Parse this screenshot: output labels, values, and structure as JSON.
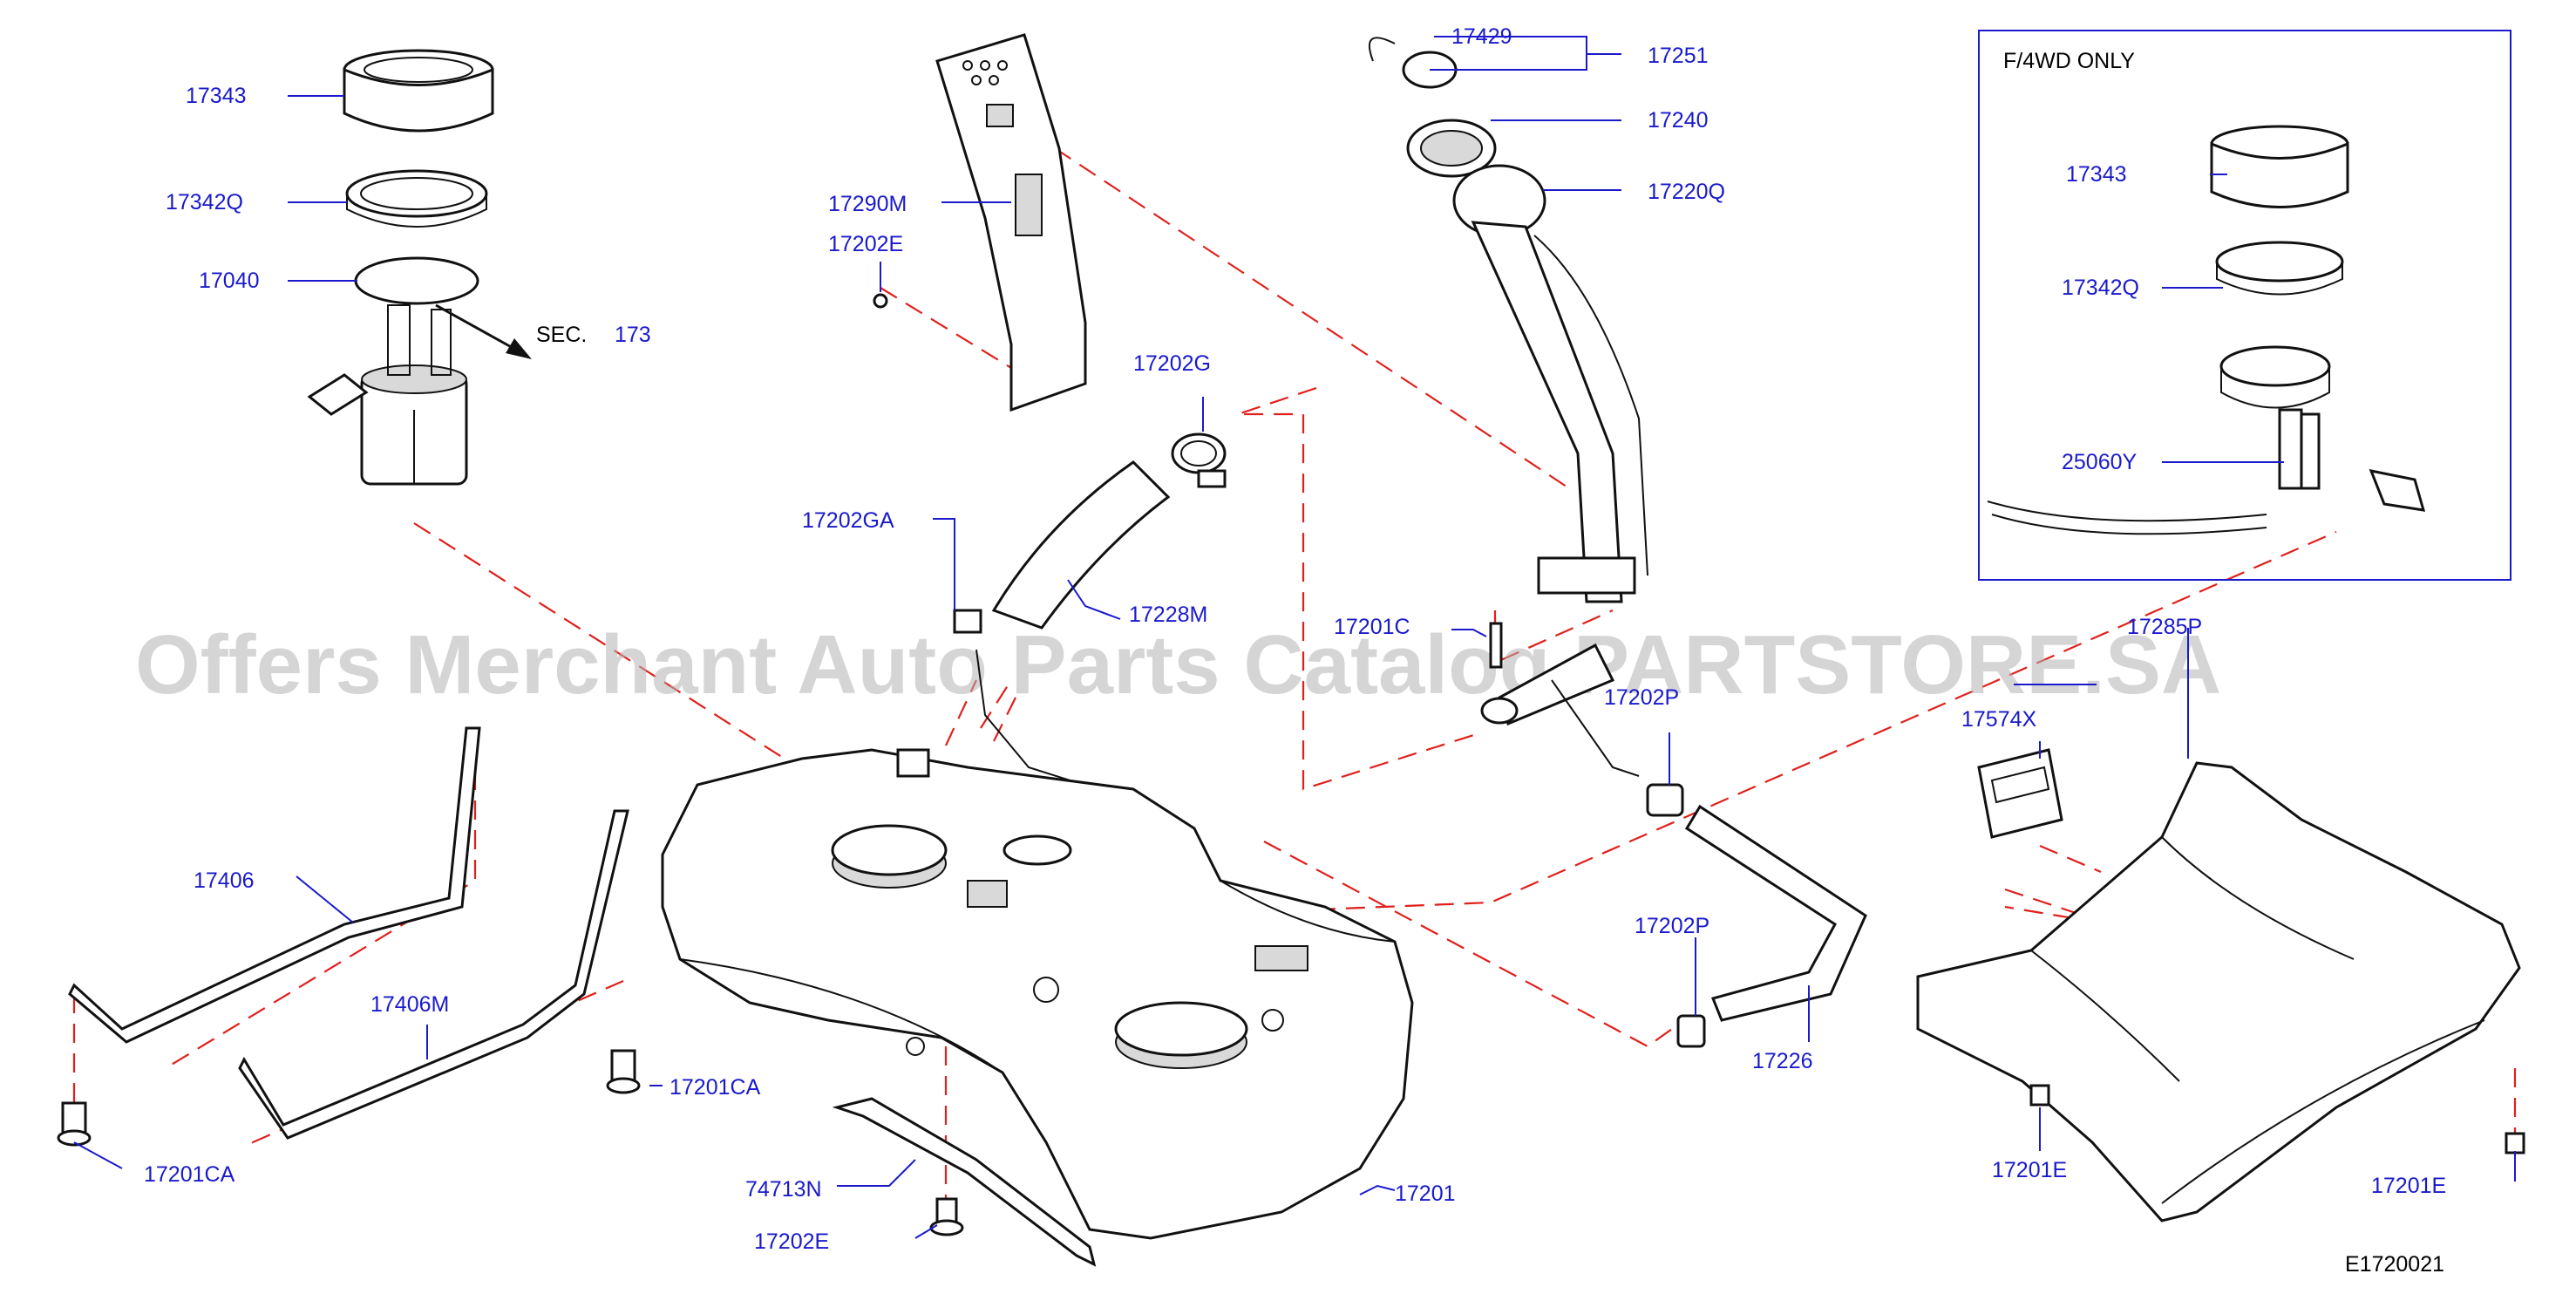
{
  "parts": {
    "tank_unit_ring": "17343",
    "tank_unit_seal": "17342Q",
    "fuel_pump_assy": "17040",
    "section_ref_prefix": "SEC.",
    "section_ref_num": "173",
    "protector": "17290M",
    "clip_upper": "17202E",
    "hose_clamp": "17202G",
    "clamp_ga": "17202GA",
    "filler_hose": "17228M",
    "cap_tether": "17429",
    "filler_cap": "17251",
    "filler_seal": "17240",
    "filler_tube": "17220Q",
    "bolt_c": "17201C",
    "clamp_p_top": "17202P",
    "clamp_p": "17202P",
    "vent_hose": "17226",
    "band_a": "17406",
    "band_b": "17406M",
    "bolt_ca_right": "17201CA",
    "bolt_ca_left": "17201CA",
    "tank_protector": "74713N",
    "clip_lower": "17202E",
    "fuel_tank": "17201",
    "heat_insulator": "17285P",
    "clip_x": "17574X",
    "clip_e_left": "17201E",
    "clip_e_right": "17201E"
  },
  "inset": {
    "title": "F/4WD   ONLY",
    "ring": "17343",
    "seal": "17342Q",
    "sub_tank": "25060Y"
  },
  "diagram_code": "E1720021",
  "watermark": "Offers Merchant Auto Parts Catalog PARTSTORE.SA",
  "colors": {
    "label": "#1a1acc",
    "dash": "#e0201c",
    "line": "#111111"
  }
}
